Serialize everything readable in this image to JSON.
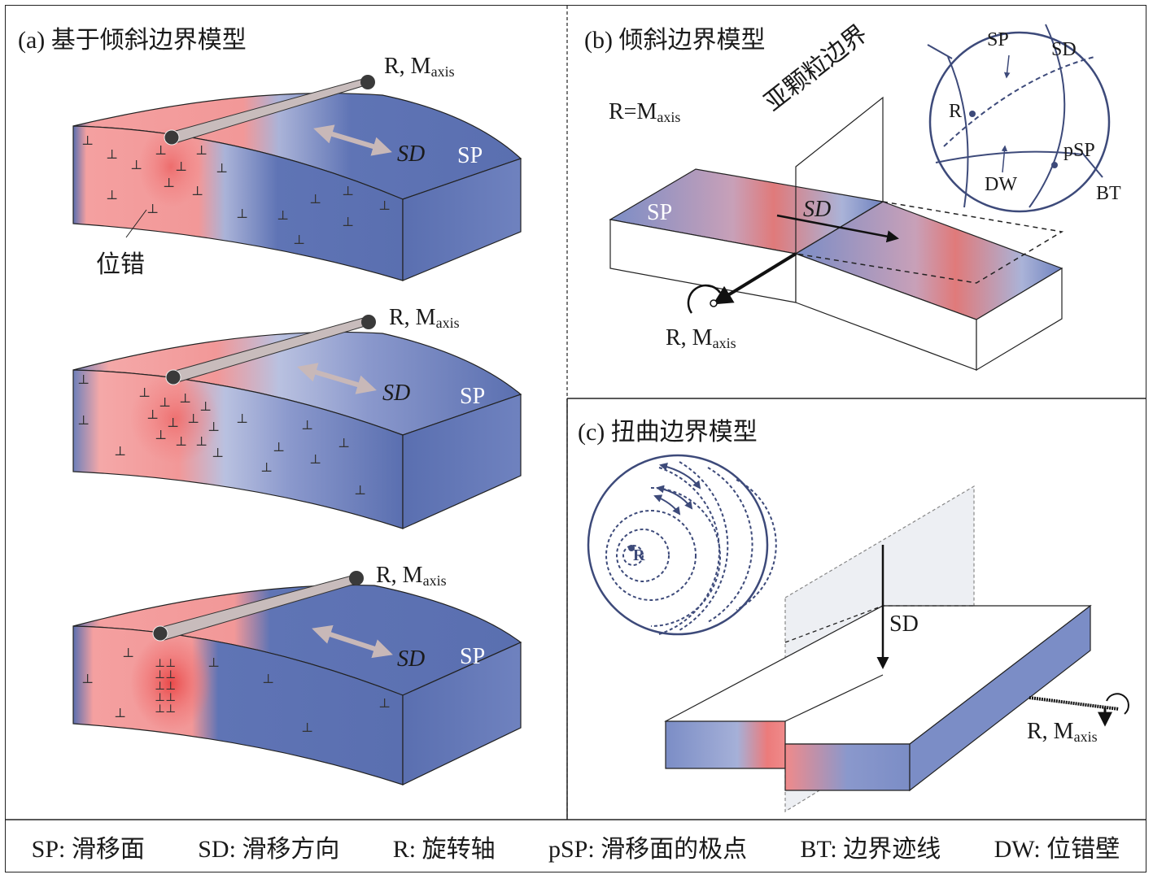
{
  "panels": {
    "a": {
      "title": "(a) 基于倾斜边界模型",
      "label_dislocation": "位错"
    },
    "b": {
      "title": "(b) 倾斜边界模型",
      "formula_main": "R=M",
      "formula_sub": "axis",
      "subgrain_boundary": "亚颗粒边界"
    },
    "c": {
      "title": "(c) 扭曲边界模型"
    }
  },
  "common": {
    "r_main": "R, M",
    "r_sub": "axis",
    "sp": "SP",
    "sd": "SD",
    "r": "R",
    "psp": "pSP",
    "dw": "DW",
    "bt": "BT"
  },
  "legend": [
    {
      "key": "SP",
      "text": "SP: 滑移面"
    },
    {
      "key": "SD",
      "text": "SD: 滑移方向"
    },
    {
      "key": "R",
      "text": "R: 旋转轴"
    },
    {
      "key": "pSP",
      "text": "pSP: 滑移面的极点"
    },
    {
      "key": "BT",
      "text": "BT: 边界迹线"
    },
    {
      "key": "DW",
      "text": "DW: 位错壁"
    }
  ],
  "colors": {
    "blue": "#5a6fb0",
    "red": "#f08a8a",
    "border": "#222222",
    "sphere": "#3d4a7a"
  }
}
